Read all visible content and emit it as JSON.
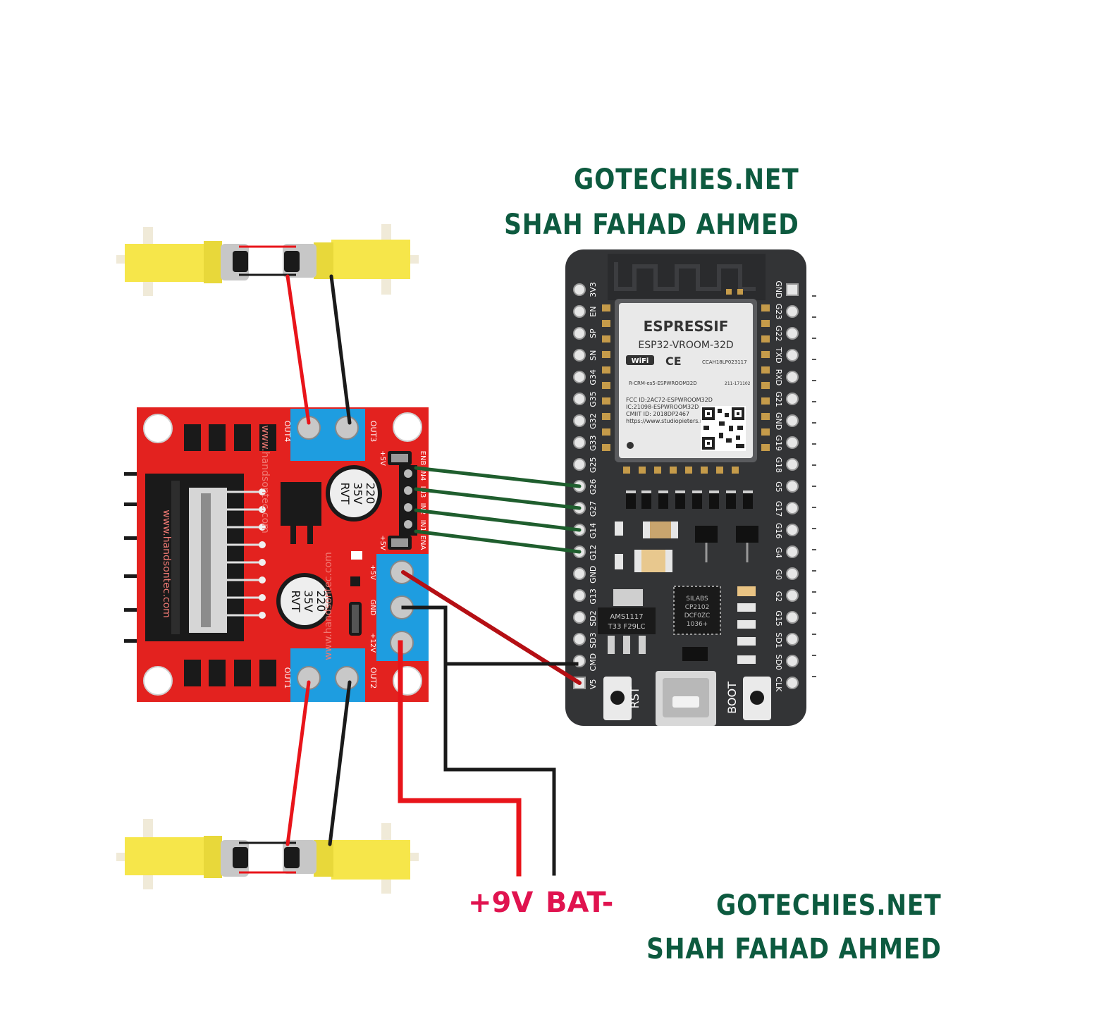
{
  "watermark_top": {
    "line1": "GOTECHIES.NET",
    "line2": "SHAH FAHAD AHMED"
  },
  "watermark_bottom": {
    "line1": "GOTECHIES.NET",
    "line2": "SHAH FAHAD AHMED"
  },
  "supply_labels": {
    "positive": "+9V",
    "negative": "BAT-"
  },
  "colors": {
    "brand_green": "#0d5a3f",
    "supply_label": "#e0134f",
    "driver_board": "#e3221f",
    "terminal_blue": "#1e9de0",
    "esp_board": "#333436",
    "motor_yellow": "#f6e64a",
    "wire_red": "#e8141a",
    "wire_black": "#1a1a1a",
    "wire_green": "#1f5e2e"
  },
  "esp32": {
    "module_brand": "ESPRESSIF",
    "module_model": "ESP32-VROOM-32D",
    "wifi_mark": "WiFi",
    "ce_mark": "CE",
    "cert_text": "CCAH18LP023117",
    "rcrm_text": "R-CRM-es5-ESPWROOM32D",
    "cert_code": "211-171102",
    "fcc_lines": [
      "FCC ID:2AC72-ESPWROOM32D",
      "IC:21098-ESPWROOM32D",
      "CMIIT ID: 2018DP2467",
      "https://www.studiopieters.nl"
    ],
    "regulator_text": [
      "AMS1117",
      "T33 F29LC"
    ],
    "usb_chip_text": [
      "SILABS",
      "CP2102",
      "DCF0ZC",
      "1036+"
    ],
    "rst_label": "RST",
    "boot_label": "BOOT",
    "left_pins": [
      "3V3",
      "EN",
      "SP",
      "SN",
      "G34",
      "G35",
      "G32",
      "G33",
      "G25",
      "G26",
      "G27",
      "G14",
      "G12",
      "GND",
      "G13",
      "SD2",
      "SD3",
      "CMD",
      "V5"
    ],
    "right_pins": [
      "GND",
      "G23",
      "G22",
      "TXD",
      "RXD",
      "G21",
      "GND",
      "G19",
      "G18",
      "G5",
      "G17",
      "G16",
      "G4",
      "G0",
      "G2",
      "G15",
      "SD1",
      "SD0",
      "CLK"
    ]
  },
  "driver": {
    "out4": "OUT4",
    "out3": "OUT3",
    "out1": "OUT1",
    "out2": "OUT2",
    "ctrl_labels": [
      "ENB",
      "IN4",
      "IN3",
      "IN2",
      "IN1",
      "ENA"
    ],
    "plus5_top": "+5V",
    "plus5_bottom": "+5V",
    "power_labels": [
      "+5V",
      "GND",
      "+12V"
    ],
    "cap_text": [
      "220",
      "35V",
      "RVT"
    ],
    "watermark": "www.handsontec.com"
  },
  "wiring": [
    {
      "from": "IN4",
      "to": "G26",
      "color": "green"
    },
    {
      "from": "IN3",
      "to": "G27",
      "color": "green"
    },
    {
      "from": "IN2",
      "to": "G14",
      "color": "green"
    },
    {
      "from": "IN1",
      "to": "G12",
      "color": "green"
    },
    {
      "from": "+5V",
      "to": "V5",
      "color": "red"
    },
    {
      "from": "GND",
      "to": "CMD/GND",
      "color": "black"
    },
    {
      "from": "+12V",
      "to": "+9V",
      "color": "red"
    },
    {
      "from": "GND",
      "to": "BAT-",
      "color": "black"
    }
  ]
}
